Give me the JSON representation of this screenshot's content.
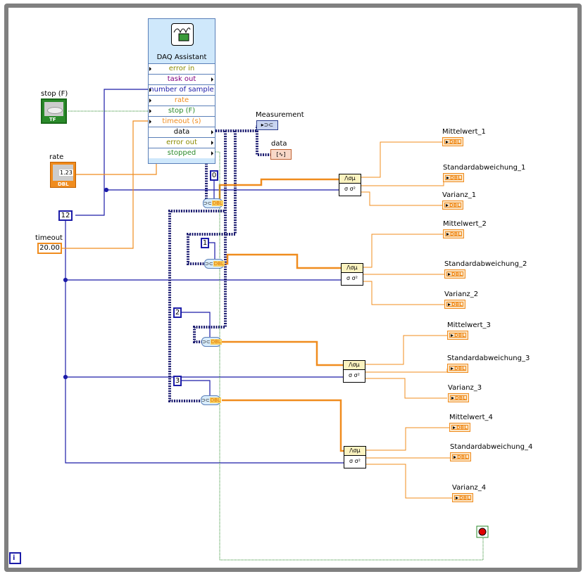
{
  "diagram": {
    "type": "LabVIEW block diagram",
    "loop_structure": "while-loop",
    "iteration_terminal": "i",
    "colors": {
      "loop_frame": "#808080",
      "numeric_wire": "#f08c1e",
      "integer_wire": "#1c1ca8",
      "boolean_wire": "#2a8a2a",
      "dynamic_data_wire": "#1c1c70",
      "daq_background": "#cfe8fb"
    }
  },
  "controls": {
    "stop": {
      "label": "stop (F)",
      "type": "TF"
    },
    "rate": {
      "label": "rate",
      "type": "DBL",
      "glyph": "1.23"
    },
    "timeout": {
      "label": "timeout",
      "value": "20.00"
    },
    "samples_constant": "12"
  },
  "daq_assistant": {
    "title": "DAQ Assistant",
    "terminals": [
      {
        "label": "error in",
        "color": "#8a8a00"
      },
      {
        "label": "task out",
        "color": "#800080"
      },
      {
        "label": "number of sample",
        "color": "#1c1ca8"
      },
      {
        "label": "rate",
        "color": "#f08c1e"
      },
      {
        "label": "stop (F)",
        "color": "#2a8a2a"
      },
      {
        "label": "timeout (s)",
        "color": "#f08c1e"
      },
      {
        "label": "data",
        "color": "#000000"
      },
      {
        "label": "error out",
        "color": "#8a8a00"
      },
      {
        "label": "stopped",
        "color": "#2a8a2a"
      }
    ]
  },
  "graph_indicators": {
    "measurement": {
      "label": "Measurement"
    },
    "data": {
      "label": "data"
    }
  },
  "index_constants": [
    "0",
    "1",
    "2",
    "3"
  ],
  "index_node_glyph": "DBL",
  "stats_node": {
    "top": "/\\σμ",
    "bottom": "σ σ²"
  },
  "channels": [
    {
      "mean": "Mittelwert_1",
      "std": "Standardabweichung_1",
      "var": "Varianz_1"
    },
    {
      "mean": "Mittelwert_2",
      "std": "Standardabweichung_2",
      "var": "Varianz_2"
    },
    {
      "mean": "Mittelwert_3",
      "std": "Standardabweichung_3",
      "var": "Varianz_3"
    },
    {
      "mean": "Mittelwert_4",
      "std": "Standardabweichung_4",
      "var": "Varianz_4"
    }
  ],
  "indicator_type": "DBL"
}
